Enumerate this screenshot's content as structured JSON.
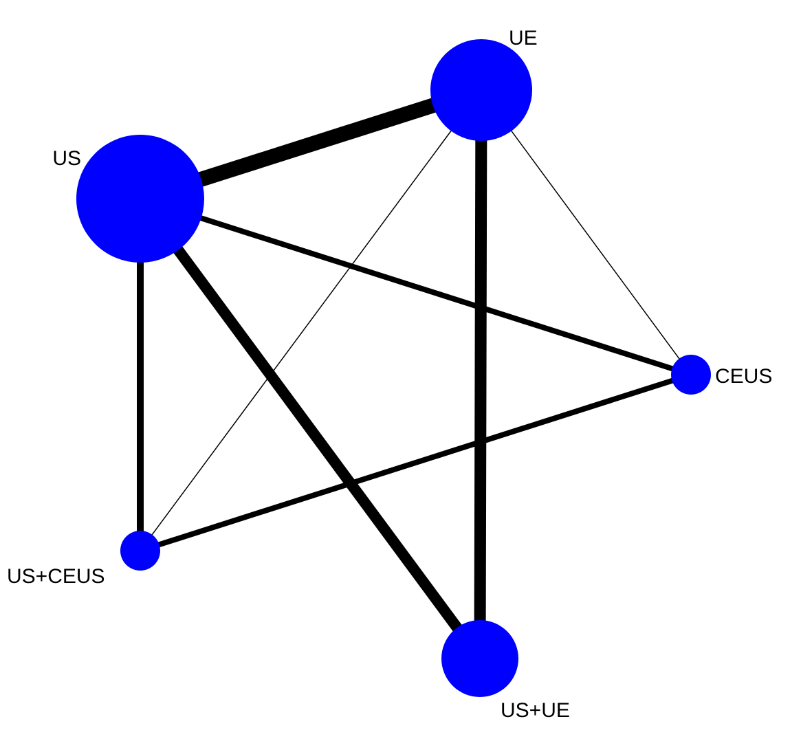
{
  "colors": {
    "node": "#0000ff",
    "edge": "#000000",
    "background": "#ffffff"
  },
  "nodes": [
    {
      "id": "US",
      "label": "US"
    },
    {
      "id": "UE",
      "label": "UE"
    },
    {
      "id": "CEUS",
      "label": "CEUS"
    },
    {
      "id": "US+UE",
      "label": "US+UE"
    },
    {
      "id": "US+CEUS",
      "label": "US+CEUS"
    }
  ],
  "edges": [
    {
      "from": "US",
      "to": "UE"
    },
    {
      "from": "US",
      "to": "CEUS"
    },
    {
      "from": "US",
      "to": "US+UE"
    },
    {
      "from": "US",
      "to": "US+CEUS"
    },
    {
      "from": "UE",
      "to": "US+UE"
    },
    {
      "from": "UE",
      "to": "CEUS"
    },
    {
      "from": "UE",
      "to": "US+CEUS"
    },
    {
      "from": "CEUS",
      "to": "US+CEUS"
    }
  ]
}
